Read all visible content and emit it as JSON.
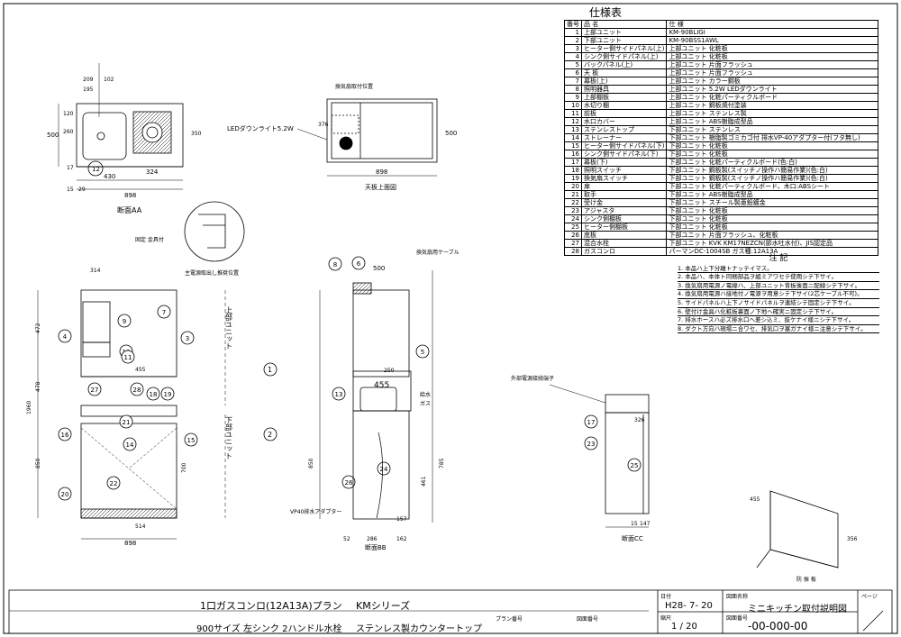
{
  "spec": {
    "title": "仕様表",
    "header": [
      "番号",
      "品 名",
      "仕 様"
    ],
    "rows": [
      [
        "1",
        "上部ユニット",
        "KM-90BLIGI"
      ],
      [
        "2",
        "下部ユニット",
        "KM-90BSS1AWL"
      ],
      [
        "3",
        "ヒーター側サイドパネル(上)",
        "上部ユニット 化粧板"
      ],
      [
        "4",
        "シンク側サイドパネル(上)",
        "上部ユニット 化粧板"
      ],
      [
        "5",
        "バックパネル(上)",
        "上部ユニット 片面フラッシュ"
      ],
      [
        "6",
        "天 板",
        "上部ユニット 片面フラッシュ"
      ],
      [
        "7",
        "幕板(上)",
        "上部ユニット カラー鋼板"
      ],
      [
        "8",
        "照明器具",
        "上部ユニット 5.2W LEDダウンライト"
      ],
      [
        "9",
        "上部棚板",
        "上部ユニット 化粧パーティクルボード"
      ],
      [
        "10",
        "水切り棚",
        "上部ユニット 鋼板焼付塗装"
      ],
      [
        "11",
        "前板",
        "上部ユニット ステンレス製"
      ],
      [
        "12",
        "水口カバー",
        "上部ユニット ABS樹脂成型品"
      ],
      [
        "13",
        "ステンレストップ",
        "下部ユニット ステンレス"
      ],
      [
        "14",
        "ストレーナー",
        "下部ユニット 樹脂製ゴミカゴ付 排水VP-40アダプター付(フタ無し)"
      ],
      [
        "15",
        "ヒーター側サイドパネル(下)",
        "下部ユニット 化粧板"
      ],
      [
        "16",
        "シンク側サイドパネル(下)",
        "下部ユニット 化粧板"
      ],
      [
        "17",
        "幕板(下)",
        "下部ユニット 化粧パーティクルボード(色:白)"
      ],
      [
        "18",
        "照明スイッチ",
        "下部ユニット 鋼板製(スイッチノ操作ハ簡易作業)(色:白)"
      ],
      [
        "19",
        "換気扇スイッチ",
        "下部ユニット 鋼板製(スイッチノ操作ハ簡易作業)(色:白)"
      ],
      [
        "20",
        "扉",
        "下部ユニット 化粧パーティクルボード、木口:ABSシート"
      ],
      [
        "21",
        "取手",
        "下部ユニット ABS樹脂成型品"
      ],
      [
        "22",
        "受け金",
        "下部ユニット スチール製亜鉛鍍金"
      ],
      [
        "23",
        "アジャスタ",
        "下部ユニット 化粧板"
      ],
      [
        "24",
        "シンク側棚板",
        "下部ユニット 化粧板"
      ],
      [
        "25",
        "ヒーター側棚板",
        "下部ユニット 化粧板"
      ],
      [
        "26",
        "底板",
        "下部ユニット 片面フラッシュ、化粧板"
      ],
      [
        "27",
        "混合水栓",
        "下部ユニット KVK KM17NEZCN(節水吐水付)、JIS認定品"
      ],
      [
        "28",
        "ガスコンロ",
        "パーマンDC-1004SB ガス種:12A13A"
      ]
    ]
  },
  "notes": {
    "title": "注 記",
    "items": [
      "1. 本品ハ上下分離トナッテイマス。",
      "2. 本品ハ、本体ト同梱部品ヲ組ミアワセテ使用シテ下サイ。",
      "3. 換気扇用電源ノ電線ハ、上部ユニット背板後面ニ配線シテ下サイ。",
      "4. 換気扇用電源ハ接地付ノ電源ヲ用意シテ下サイ(2芯ケーブル不可)。",
      "5. サイドパネルハ上下ノサイドパネルヲ連結シテ固定シテ下サイ。",
      "6. 壁付け金具ハ化粧板裏面ノ下地ヘ確実ニ固定シテ下サイ。",
      "7. 排水ホースハ必ズ排水口ヘ差シ込ミ、抜ケナイ様ニシテ下サイ。",
      "8. ダクト方向ハ現場ニ合ワセ、排気口ヲ塞ガナイ様ニ注意シテ下サイ。"
    ]
  },
  "views": {
    "plan_title": "断面AA",
    "top_title": "天板上面図",
    "front_title": "",
    "side_title": "断面BB",
    "cc_title": "断面CC",
    "corner_title": "防 振 板",
    "led_label": "LEDダウンライト5.2W",
    "fan_label": "換気扇取付位置",
    "upper_unit": "上部ユニット",
    "lower_unit": "下部ユニット",
    "anchor_label": "固定 金具付",
    "power_label": "主電源取出し推奨位置",
    "cable_label": "換気扇用ケーブル",
    "vp_label": "VP40排水アダプター",
    "switch_label": "外部電源接続端子",
    "water_label": "給水",
    "gas_label": "ガス"
  },
  "dims": {
    "w898": "898",
    "w430": "430",
    "w324": "324",
    "w29": "29",
    "w15": "15",
    "w17": "17",
    "h500": "500",
    "h120": "120",
    "h260": "260",
    "h350": "350",
    "w209": "209",
    "w102": "102",
    "w195": "195",
    "h376": "376",
    "w314": "314",
    "h472": "472",
    "h478": "478",
    "h1960": "1960",
    "h850": "850",
    "h700": "700",
    "w455": "455",
    "w514": "514",
    "h785": "785",
    "h461": "461",
    "w157": "157",
    "w52": "52",
    "w286": "286",
    "w162": "162",
    "w147": "147",
    "w326": "326",
    "h356": "356",
    "w250": "250"
  },
  "title_block": {
    "plan_main": "1口ガスコンロ(12A13A)プラン",
    "series": "KMシリーズ",
    "size_desc": "900サイズ 左シンク 2ハンドル水栓",
    "material": "ステンレス製カウンタートップ",
    "plan_no_label": "プラン番号",
    "draw_no_label": "図面番号",
    "date_label": "日付",
    "date_value": "H28- 7- 20",
    "scale_label": "縮尺",
    "scale_value": "1 / 20",
    "name_label": "図面名称",
    "drawing_name": "ミニキッチン取付説明図",
    "drawing_no_label": "図面番号",
    "drawing_no": "-00-000-00",
    "page_label": "ページ"
  }
}
